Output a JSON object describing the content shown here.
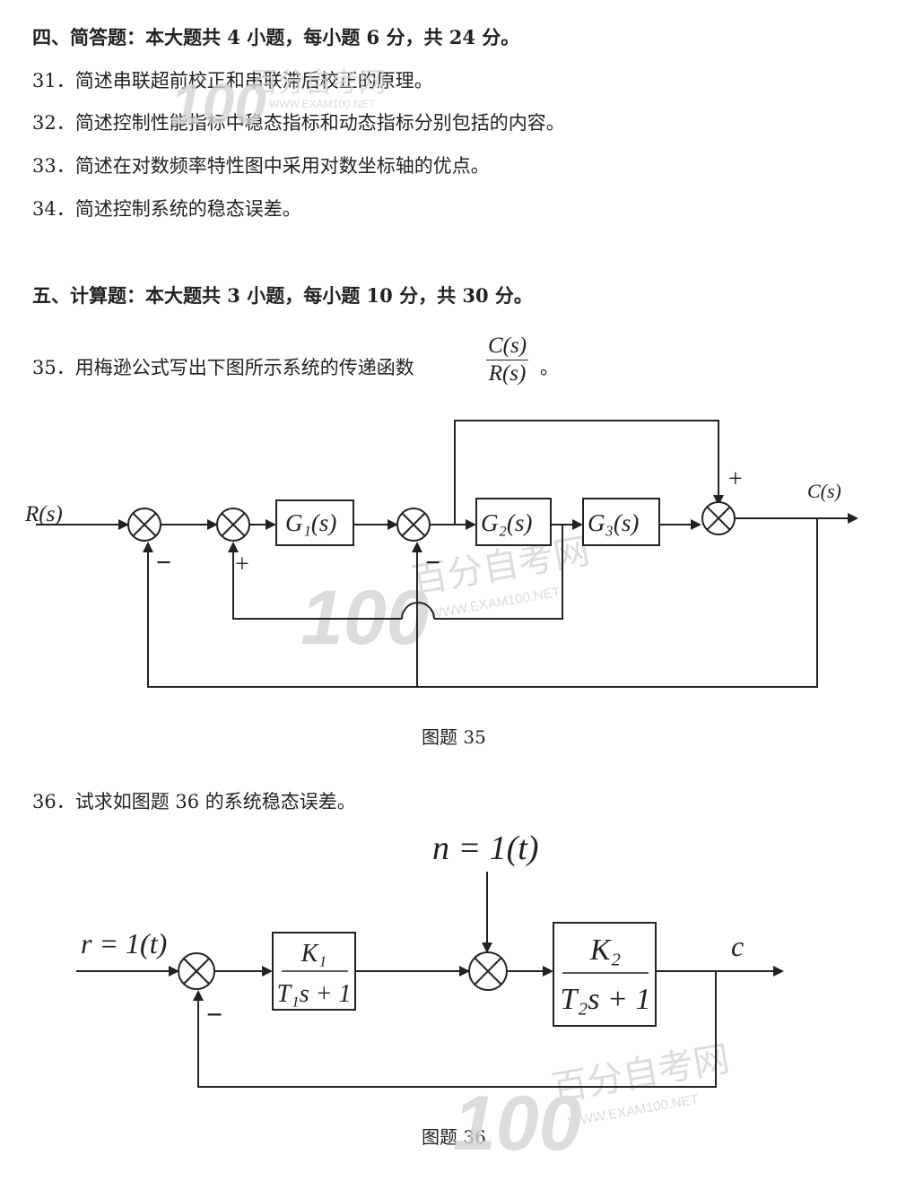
{
  "section4": {
    "heading": "四、简答题：本大题共 4 小题，每小题 6 分，共 24 分。",
    "questions": [
      "31．简述串联超前校正和串联滞后校正的原理。",
      "32．简述控制性能指标中稳态指标和动态指标分别包括的内容。",
      "33．简述在对数频率特性图中采用对数坐标轴的优点。",
      "34．简述控制系统的稳态误差。"
    ]
  },
  "section5": {
    "heading": "五、计算题：本大题共 3 小题，每小题 10 分，共 30 分。",
    "q35": {
      "text": "35．用梅逊公式写出下图所示系统的传递函数",
      "frac_num": "C(s)",
      "frac_den": "R(s)",
      "tail": "。"
    },
    "q36": {
      "text": "36．试求如图题 36 的系统稳态误差。"
    }
  },
  "fig35": {
    "caption": "图题 35",
    "input": "R(s)",
    "output": "C(s)",
    "g1": "G₁(s)",
    "g2": "G₂(s)",
    "g3": "G₃(s)",
    "signs": {
      "s1": "−",
      "s2": "+",
      "s3": "−",
      "s4": "+"
    }
  },
  "fig36": {
    "caption": "图题 36",
    "input": "r = 1(t)",
    "disturbance": "n = 1(t)",
    "output": "c",
    "block1": {
      "num": "K₁",
      "den": "T₁s + 1"
    },
    "block2": {
      "num": "K₂",
      "den": "T₂s + 1"
    },
    "sign": "−"
  },
  "watermark": {
    "logo": "100",
    "cn": "百分自考网",
    "url": "WWW.EXAM100.NET"
  }
}
